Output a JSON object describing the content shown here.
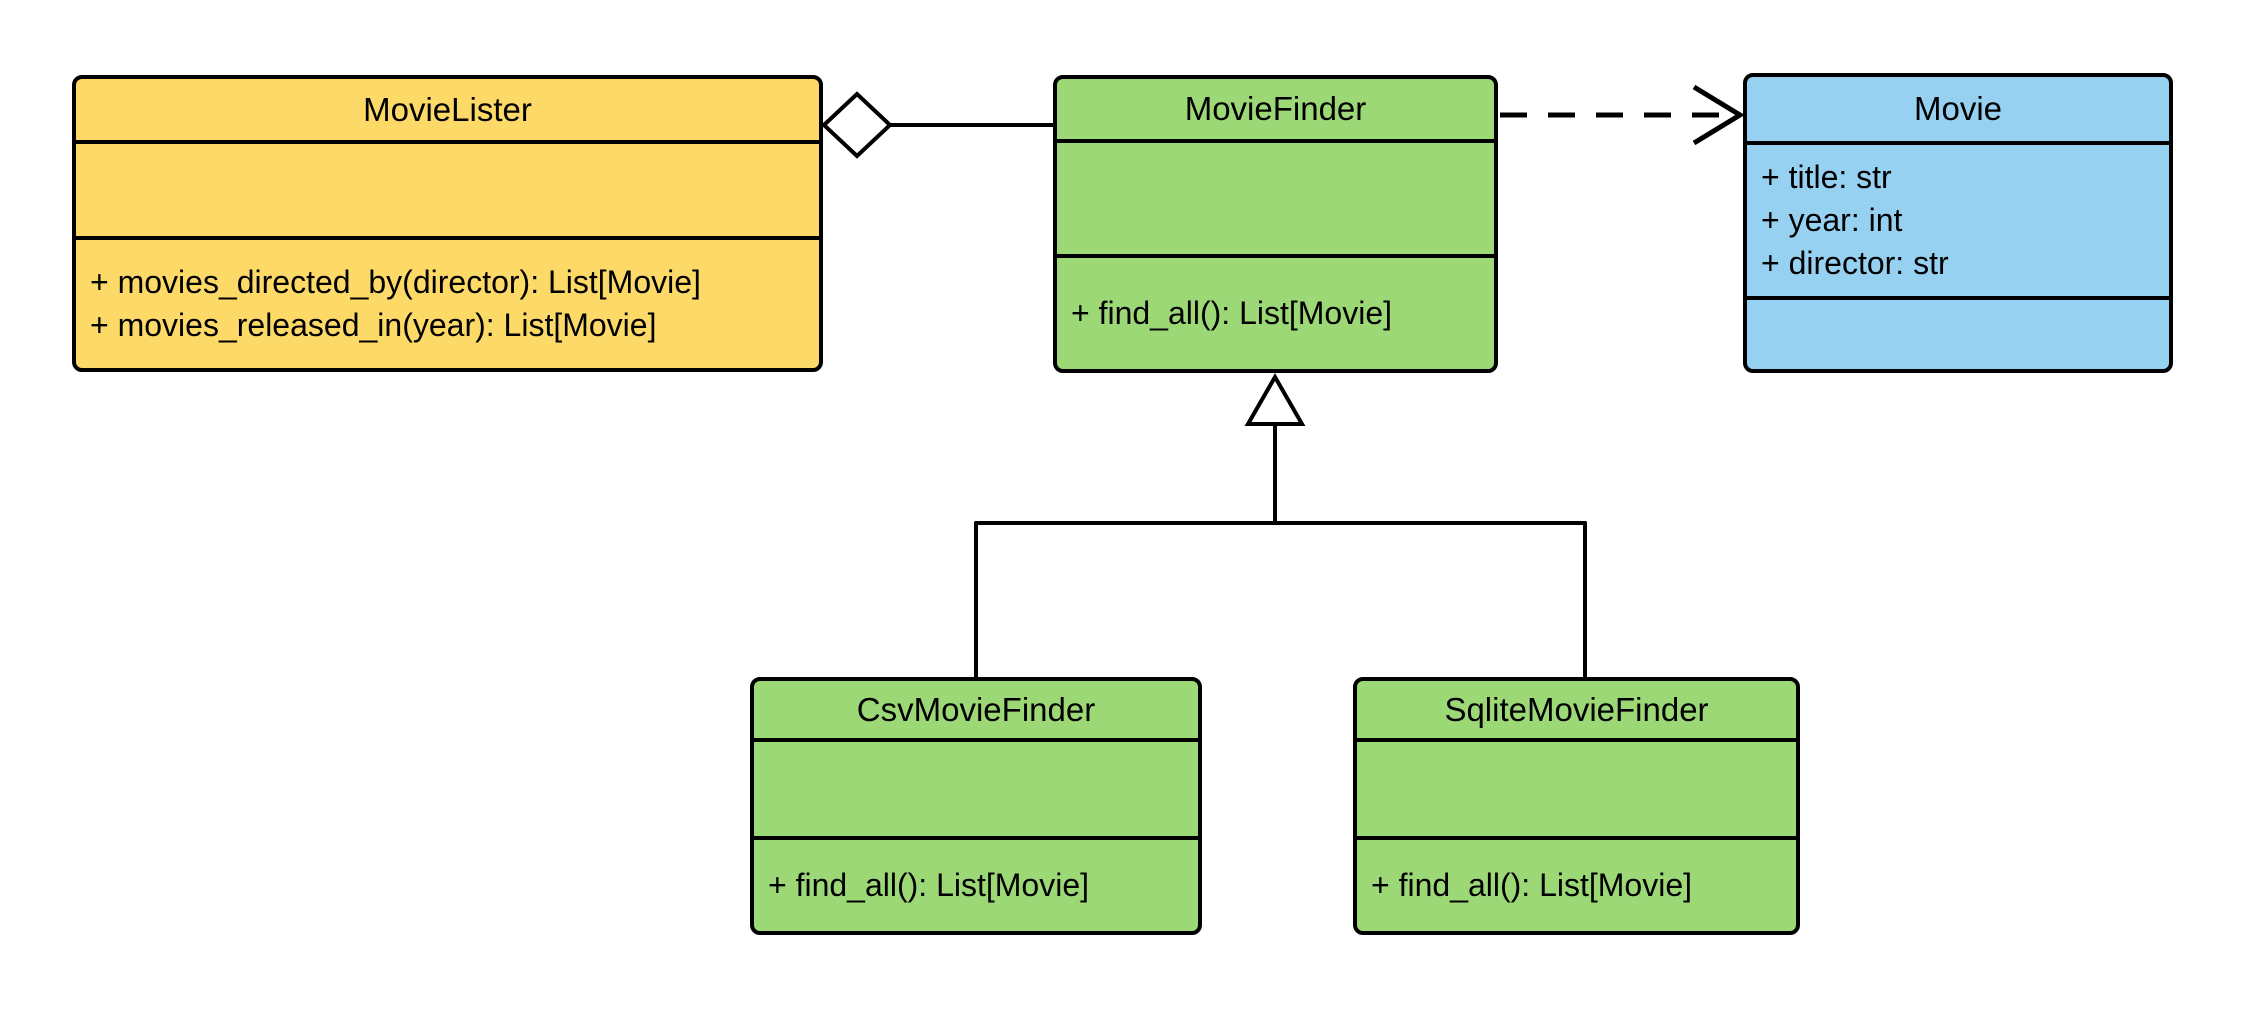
{
  "diagram": {
    "kind": "uml-class-diagram",
    "background": "#FFFFFF",
    "stroke": "#000000",
    "classes": [
      {
        "name": "MovieLister",
        "fill": "#FDD968",
        "attributes": [],
        "methods": [
          "+ movies_directed_by(director): List[Movie]",
          "+ movies_released_in(year): List[Movie]"
        ]
      },
      {
        "name": "MovieFinder",
        "fill": "#9DD877",
        "attributes": [],
        "methods": [
          "+ find_all(): List[Movie]"
        ]
      },
      {
        "name": "Movie",
        "fill": "#96D1F2",
        "attributes": [
          "+ title: str",
          "+ year: int",
          "+ director: str"
        ],
        "methods": []
      },
      {
        "name": "CsvMovieFinder",
        "fill": "#9DD877",
        "attributes": [],
        "methods": [
          "+ find_all(): List[Movie]"
        ]
      },
      {
        "name": "SqliteMovieFinder",
        "fill": "#9DD877",
        "attributes": [],
        "methods": [
          "+ find_all(): List[Movie]"
        ]
      }
    ],
    "relationships": [
      {
        "type": "aggregation",
        "from": "MovieLister",
        "to": "MovieFinder"
      },
      {
        "type": "dependency",
        "from": "MovieFinder",
        "to": "Movie"
      },
      {
        "type": "inheritance",
        "from": "CsvMovieFinder",
        "to": "MovieFinder"
      },
      {
        "type": "inheritance",
        "from": "SqliteMovieFinder",
        "to": "MovieFinder"
      }
    ]
  }
}
